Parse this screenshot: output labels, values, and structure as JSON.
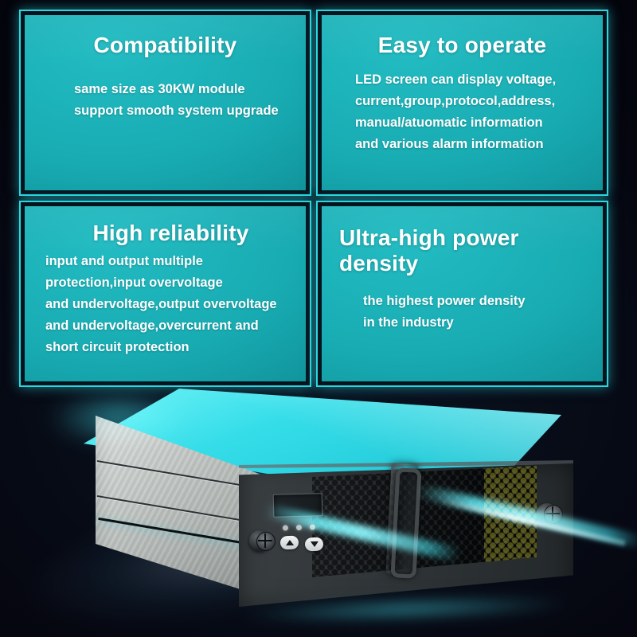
{
  "theme": {
    "background": "#05060f",
    "panel_fill": "#18b2b8",
    "panel_border": "#2ad7e0",
    "panel_gap": "#06121c",
    "text": "#ffffff",
    "glow_cyan": "#3ce1f0",
    "metal_silver": "#c3c9c6",
    "faceplate_dark": "#2c3134",
    "vent_yellow": "#8d8a1a"
  },
  "panels": [
    {
      "id": "compatibility",
      "title": "Compatibility",
      "lines": [
        "same size as 30KW module",
        "support smooth system upgrade"
      ]
    },
    {
      "id": "easy-to-operate",
      "title": "Easy to operate",
      "lines": [
        "LED screen can display voltage,",
        "current,group,protocol,address,",
        "manual/atuomatic information",
        "and various alarm information"
      ]
    },
    {
      "id": "high-reliability",
      "title": "High reliability",
      "lines": [
        "input and output multiple",
        "protection,input overvoltage",
        "and undervoltage,output overvoltage",
        "and undervoltage,overcurrent and",
        "short circuit protection"
      ]
    },
    {
      "id": "ultra-high-power-density",
      "title": "Ultra-high power density",
      "lines": [
        "the highest power density",
        "in the industry"
      ]
    }
  ],
  "product": {
    "name": "rack-mount power module",
    "parts": {
      "top_panel": "glowing-top-panel",
      "side_panel": "brushed-metal-side-panel",
      "faceplate": "front-faceplate",
      "vent": "honeycomb-ventilation-grille",
      "handle": "carry-handle",
      "led_screen": "led-display-screen",
      "indicator_leds": "status-led-indicators",
      "button_up": "up-arrow-button",
      "button_down": "down-arrow-button",
      "screw_left": "left-thumbscrew",
      "screw_right": "right-thumbscrew"
    }
  }
}
